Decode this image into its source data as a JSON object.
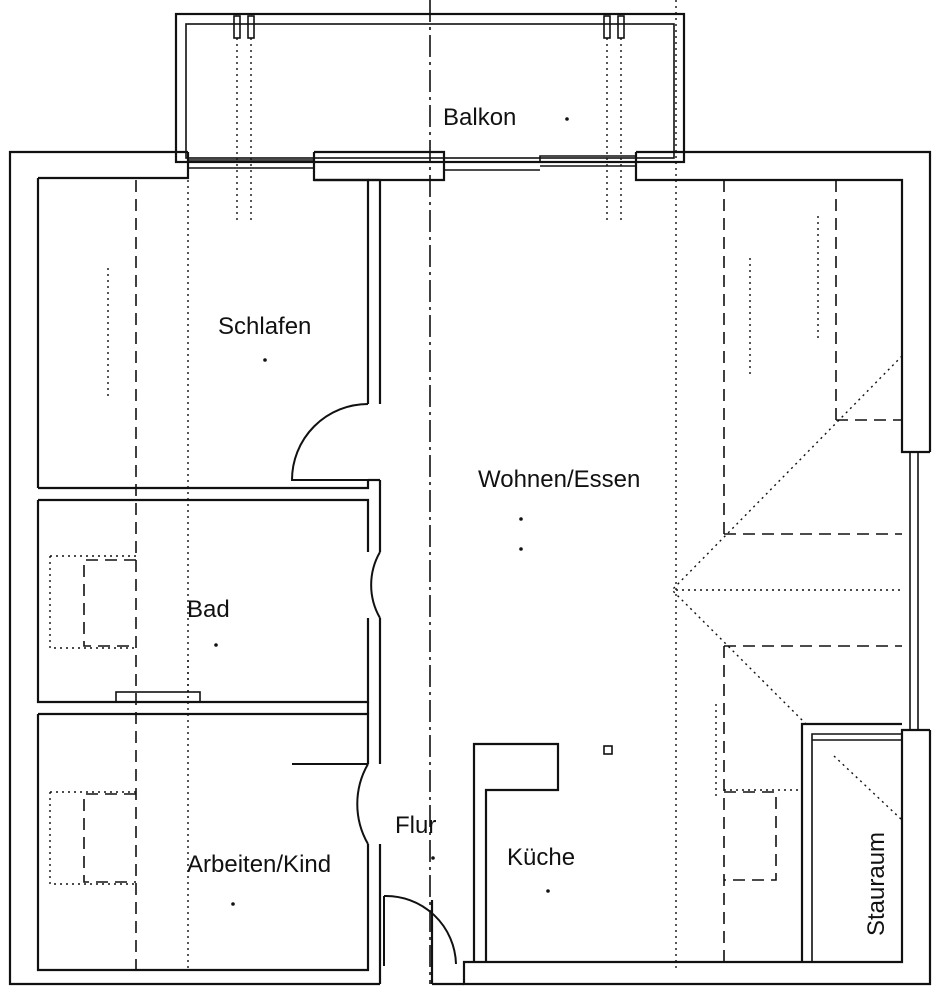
{
  "rooms": {
    "balkon": "Balkon",
    "schlafen": "Schlafen",
    "wohnen": "Wohnen/Essen",
    "bad": "Bad",
    "flur": "Flur",
    "kueche": "Küche",
    "arbeiten": "Arbeiten/Kind",
    "stauraum": "Stauraum"
  }
}
